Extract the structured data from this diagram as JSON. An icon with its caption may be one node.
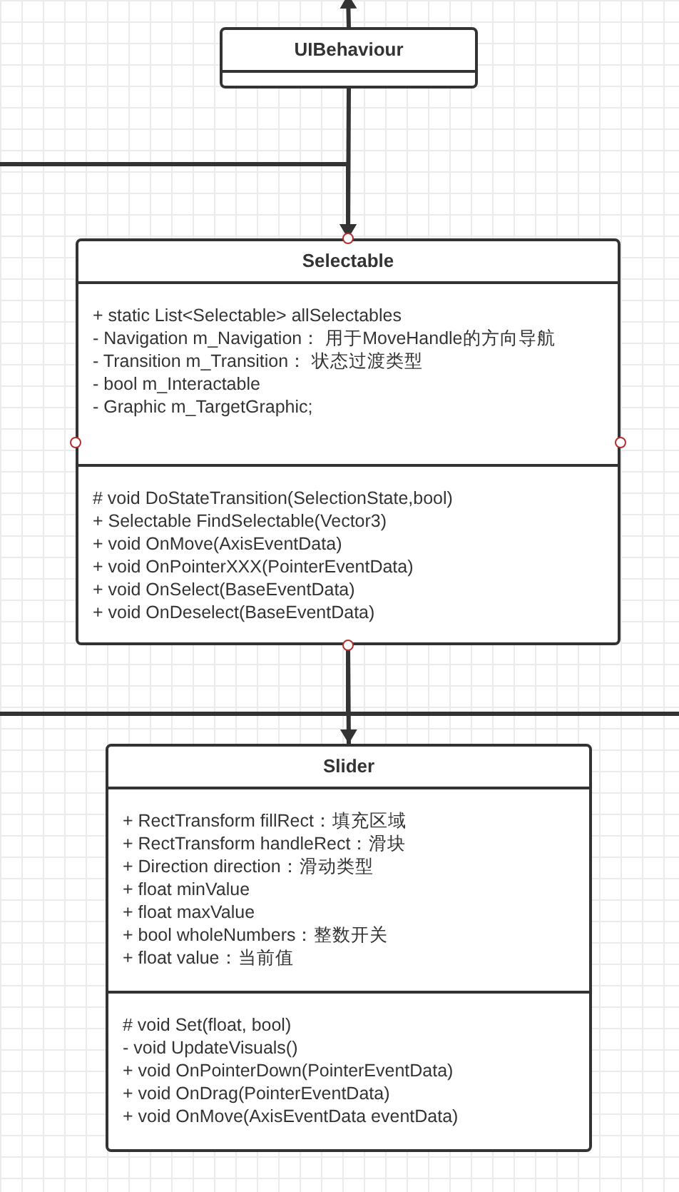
{
  "diagram": {
    "nodes": [
      {
        "text": [
          "UIBehaviour"
        ]
      },
      {
        "text": [],
        "shape": "box",
        "in": 0
      },
      {
        "text": [
          "Selectable"
        ]
      },
      {
        "text": [
          "+ static List<Selectable> allSelectables",
          "- Navigation m_Navigation： 用于MoveHandle的方向导航",
          "- Transition m_Transition： 状态过渡类型",
          "- bool m_Interactable",
          "- Graphic m_TargetGraphic;"
        ],
        "in": 2
      },
      {
        "text": [
          "# void DoStateTransition(SelectionState,bool)",
          "+ Selectable FindSelectable(Vector3)",
          "+ void OnMove(AxisEventData)",
          "+ void OnPointerXXX(PointerEventData)",
          "+ void OnSelect(BaseEventData)",
          "+ void OnDeselect(BaseEventData)"
        ],
        "in": 2
      },
      {
        "text": [
          "Slider"
        ]
      },
      {
        "text": [
          "+ RectTransform fillRect：填充区域",
          "+ RectTransform handleRect：滑块",
          "+ Direction direction：滑动类型",
          "+ float minValue",
          "+ float maxValue",
          "+ bool wholeNumbers：整数开关",
          "+ float value：当前值"
        ],
        "in": 5
      },
      {
        "text": [
          "# void Set(float, bool)",
          "- void UpdateVisuals()",
          "+ void OnPointerDown(PointerEventData)",
          "+ void OnDrag(PointerEventData)",
          "+ void OnMove(AxisEventData eventData)"
        ],
        "in": 5
      }
    ],
    "edges": [
      {
        "from": 0,
        "to": null,
        "arrow": "to"
      },
      {
        "from": 0,
        "to": 2,
        "arrow": "to"
      },
      {
        "from": null,
        "to": 2,
        "arrow": "to"
      },
      {
        "from": 2,
        "to": 5,
        "arrow": "to"
      },
      {
        "from": 2,
        "to": null,
        "arrow": "none"
      },
      {
        "from": 2,
        "to": null,
        "arrow": "none"
      }
    ]
  }
}
